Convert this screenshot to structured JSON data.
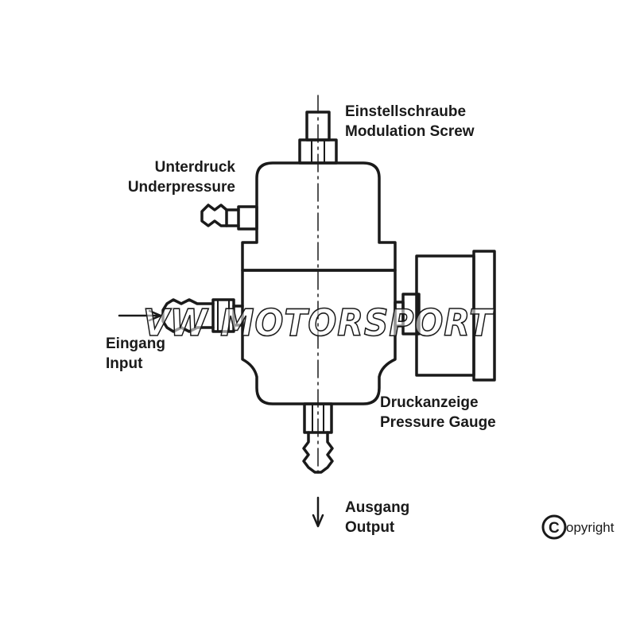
{
  "labels": {
    "modulation_screw": {
      "de": "Einstellschraube",
      "en": "Modulation Screw"
    },
    "underpressure": {
      "de": "Unterdruck",
      "en": "Underpressure"
    },
    "input": {
      "de": "Eingang",
      "en": "Input"
    },
    "pressure_gauge": {
      "de": "Druckanzeige",
      "en": "Pressure Gauge"
    },
    "output": {
      "de": "Ausgang",
      "en": "Output"
    }
  },
  "watermark": "VW MOTORSPORT",
  "copyright": {
    "symbol": "C",
    "text": "opyright"
  },
  "colors": {
    "ink": "#1a1a1a",
    "background": "#ffffff",
    "watermark": "#1a1a1a"
  }
}
